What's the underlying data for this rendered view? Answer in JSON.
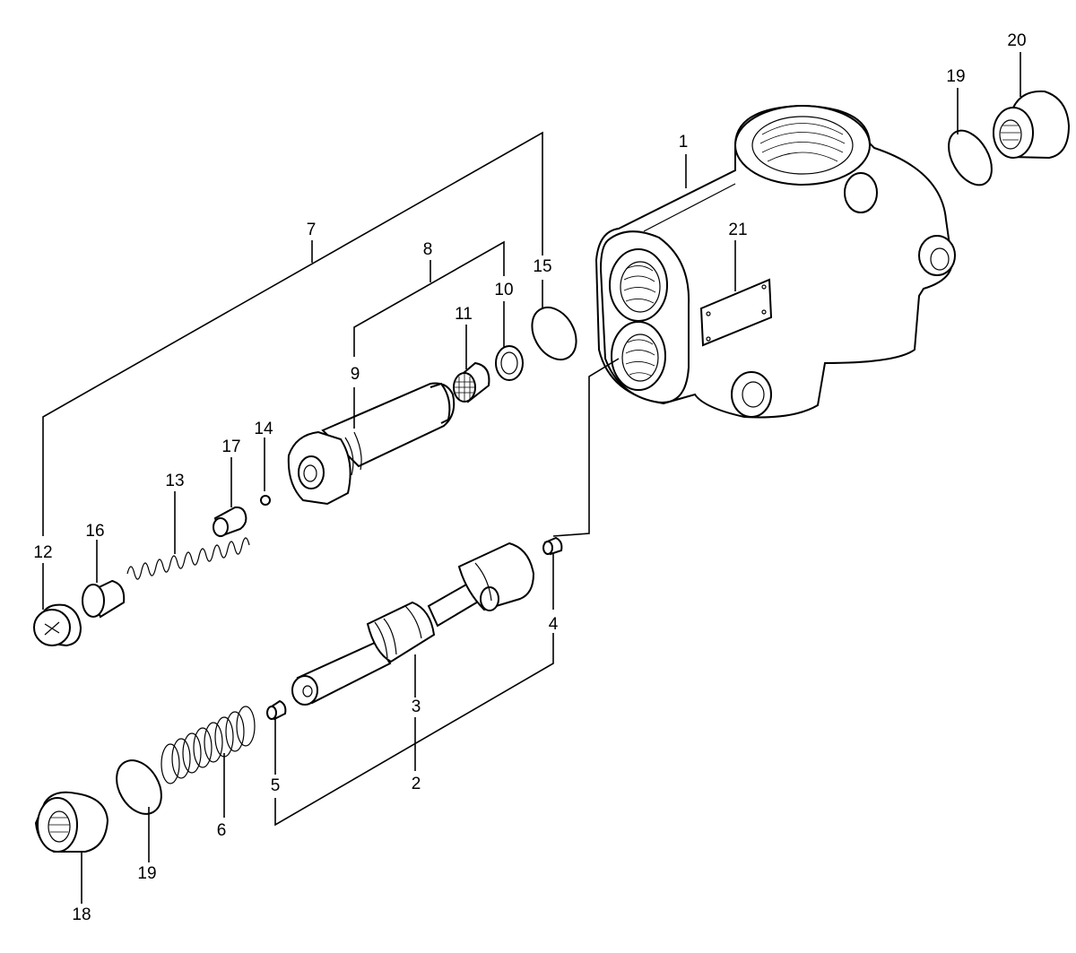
{
  "diagram": {
    "callouts": {
      "p1": "1",
      "p2": "2",
      "p3": "3",
      "p4": "4",
      "p5": "5",
      "p6": "6",
      "p7": "7",
      "p8": "8",
      "p9": "9",
      "p10": "10",
      "p11": "11",
      "p12": "12",
      "p13": "13",
      "p14": "14",
      "p15": "15",
      "p16": "16",
      "p17": "17",
      "p18": "18",
      "p19a": "19",
      "p19b": "19",
      "p20": "20",
      "p21": "21"
    }
  }
}
